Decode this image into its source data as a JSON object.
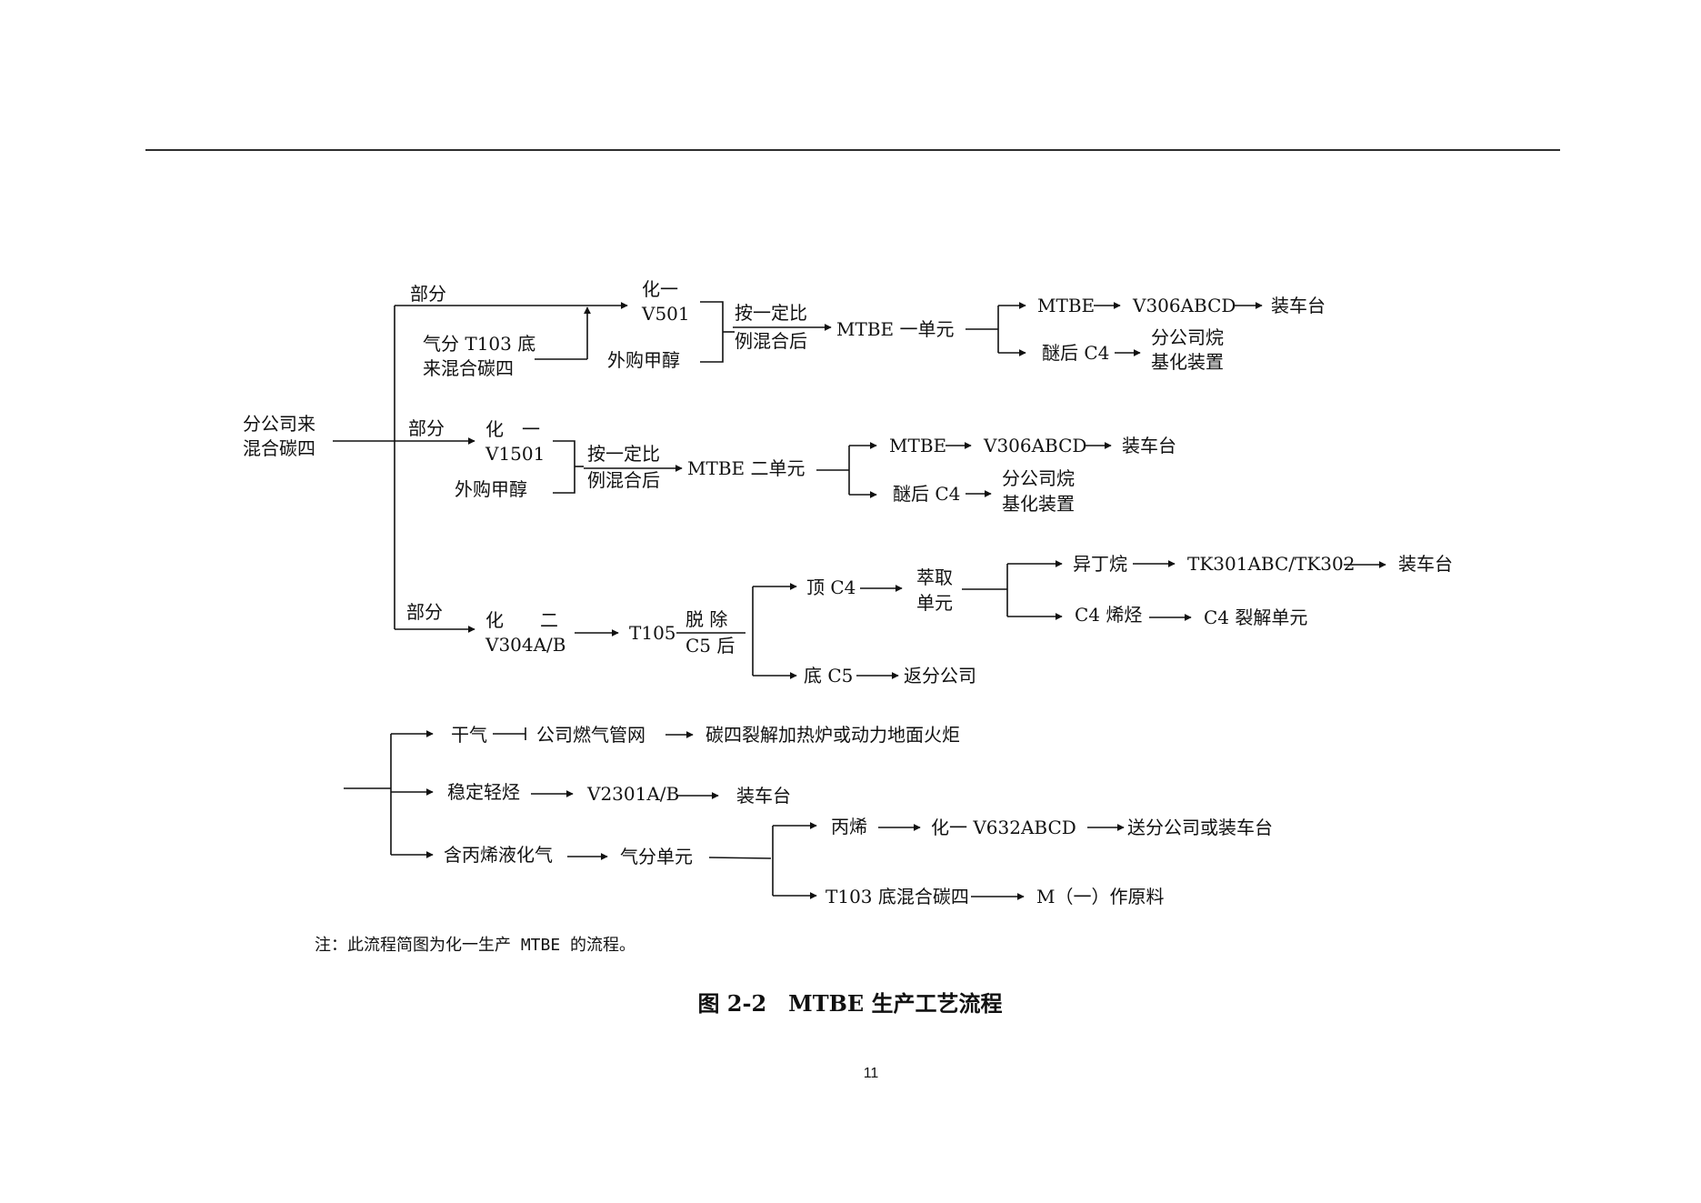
{
  "flow": {
    "source": [
      "分公司来",
      "混合碳四"
    ],
    "part_label": "部分",
    "row1": {
      "feed": [
        "气分 T103 底",
        "来混合碳四"
      ],
      "tank": [
        "化一",
        "V501"
      ],
      "methanol": "外购甲醇",
      "mix": [
        "按一定比",
        "例混合后"
      ],
      "unit": "MTBE 一单元",
      "mtbe": "MTBE",
      "store": "V306ABCD",
      "load": "装车台",
      "ether_c4": "醚后 C4",
      "alky": [
        "分公司烷",
        "基化装置"
      ]
    },
    "row2": {
      "tank": [
        "化　一",
        "V1501"
      ],
      "methanol": "外购甲醇",
      "mix": [
        "按一定比",
        "例混合后"
      ],
      "unit": "MTBE 二单元",
      "mtbe": "MTBE",
      "store": "V306ABCD",
      "load": "装车台",
      "ether_c4": "醚后 C4",
      "alky": [
        "分公司烷",
        "基化装置"
      ]
    },
    "row3": {
      "tank": [
        "化　　二",
        "V304A/B"
      ],
      "tower": "T105",
      "remove": [
        "脱 除",
        "C5 后"
      ],
      "top": "顶 C4",
      "extract": [
        "萃取",
        "单元"
      ],
      "isobutane": "异丁烷",
      "tk": "TK301ABC/TK302",
      "load": "装车台",
      "olefin": "C4 烯烃",
      "crack": "C4 裂解单元",
      "bottom": "底 C5",
      "return": "返分公司"
    },
    "lower": {
      "dry_gas": "干气",
      "grid": "公司燃气管网",
      "furnace": "碳四裂解加热炉或动力地面火炬",
      "light": "稳定轻烃",
      "v2301": "V2301A/B",
      "load": "装车台",
      "lpg": "含丙烯液化气",
      "gas_unit": "气分单元",
      "propylene": "丙烯",
      "v632": "化一 V632ABCD",
      "send": "送分公司或装车台",
      "t103": "T103 底混合碳四",
      "m1": "M（一）作原料"
    }
  },
  "note": "注：此流程简图为化一生产 MTBE 的流程。",
  "caption": "图 2-2　MTBE 生产工艺流程",
  "page_number": "11"
}
